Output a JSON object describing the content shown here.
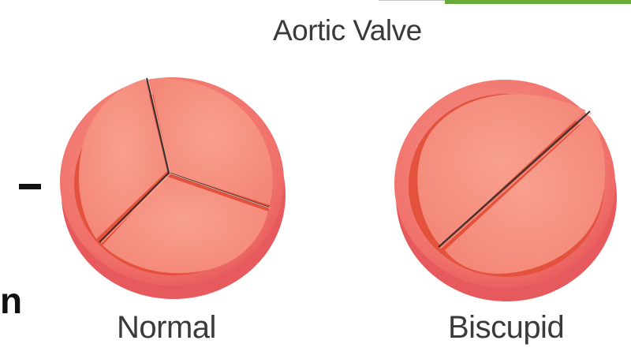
{
  "title": "Aortic Valve",
  "valves": [
    {
      "label": "Normal",
      "cusps": 3
    },
    {
      "label": "Biscupid",
      "cusps": 2
    }
  ],
  "partial_text": "n",
  "colors": {
    "rim": "#f06a6a",
    "inner": "#f58a7c",
    "shadow": "#e04a38",
    "accent": "#6aaa3a"
  }
}
